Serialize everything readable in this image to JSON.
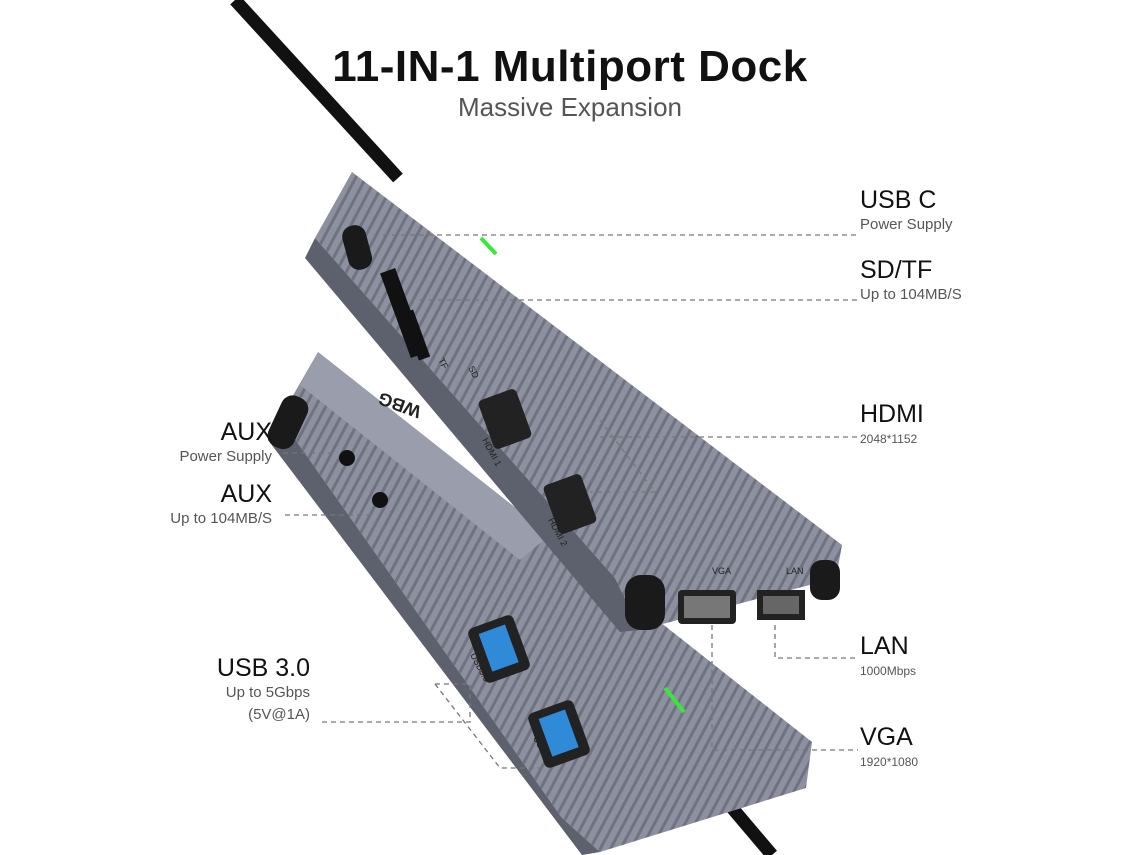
{
  "header": {
    "title": "11-IN-1 Multiport Dock",
    "subtitle": "Massive Expansion"
  },
  "ports_right": [
    {
      "name": "USB C",
      "detail": "Power Supply"
    },
    {
      "name": "SD/TF",
      "detail": "Up to 104MB/S"
    },
    {
      "name": "HDMI",
      "detail": "2048*1152"
    },
    {
      "name": "LAN",
      "detail": "1000Mbps"
    },
    {
      "name": "VGA",
      "detail": "1920*1080"
    }
  ],
  "ports_left": [
    {
      "name": "AUX",
      "detail": "Power Supply"
    },
    {
      "name": "AUX",
      "detail": "Up to 104MB/S"
    },
    {
      "name": "USB 3.0",
      "detail": "Up to 5Gbps",
      "detail2": "(5V@1A)"
    }
  ],
  "device_labels": {
    "sd": "SD",
    "tf": "TF",
    "hdmi1": "HDMI 1",
    "hdmi2": "HDMI 2",
    "vga": "VGA",
    "lan": "LAN",
    "usb_a": "USB3.0",
    "usb_b": "USB3.0",
    "logo": "WBG"
  },
  "colors": {
    "body": "#8b8e9d",
    "led": "#39e639",
    "leader": "#777777"
  }
}
